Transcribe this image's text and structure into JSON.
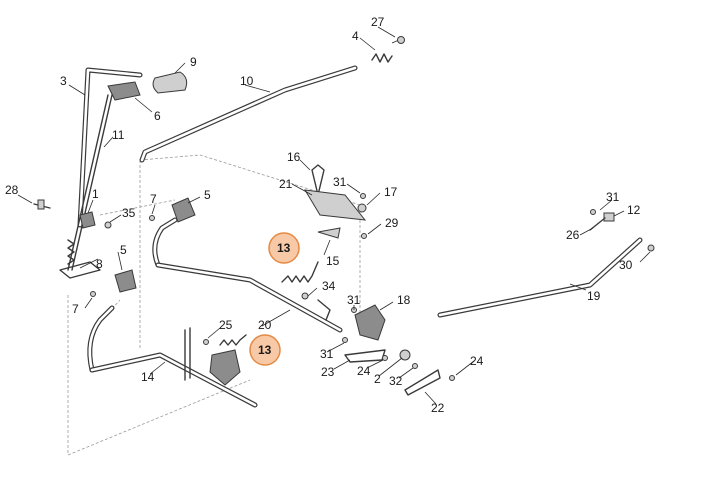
{
  "colors": {
    "highlight_fill": "#f7c9a6",
    "highlight_stroke": "#e58a45",
    "line": "#3a3a3a"
  },
  "labels": {
    "l27": "27",
    "l4": "4",
    "l9": "9",
    "l3": "3",
    "l10": "10",
    "l6": "6",
    "l11": "11",
    "l16": "16",
    "l31a": "31",
    "l21": "21",
    "l17": "17",
    "l28": "28",
    "l1": "1",
    "l7a": "7",
    "l5a": "5",
    "l35": "35",
    "l29": "29",
    "l31b": "31",
    "l12": "12",
    "l26": "26",
    "l13a": "13",
    "l15": "15",
    "l5b": "5",
    "l8": "8",
    "l30": "30",
    "l34": "34",
    "l19": "19",
    "l7b": "7",
    "l31c": "31",
    "l18": "18",
    "l25": "25",
    "l20": "20",
    "l13b": "13",
    "l31d": "31",
    "l23": "23",
    "l24a": "24",
    "l24b": "24",
    "l2": "2",
    "l32": "32",
    "l14": "14",
    "l22": "22"
  }
}
